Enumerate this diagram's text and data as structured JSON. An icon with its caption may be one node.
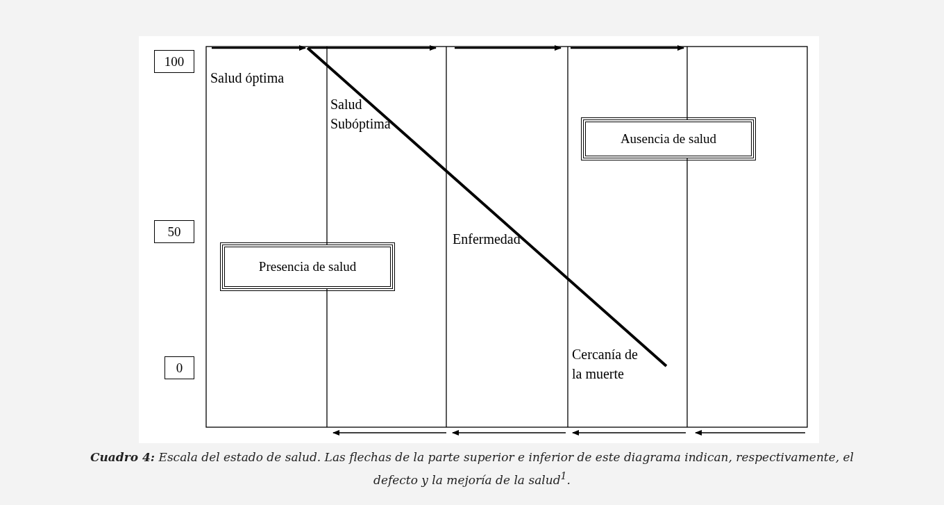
{
  "diagram": {
    "caption": "**Cuadro 4:** Escala del estado de salud. Las flechas de la parte superior e inferior de este diagrama indican, respectivamente, el defecto y la mejoría de la salud$^{1}$.",
    "nodes": [
      {
        "text": [
          "100"
        ]
      },
      {
        "text": [
          "50"
        ]
      },
      {
        "text": [
          "0"
        ]
      },
      {
        "text": [
          "Presencia de salud"
        ]
      },
      {
        "text": [
          "Ausencia de salud"
        ]
      }
    ],
    "labels": [
      "Salud óptima",
      "Salud Subóptima",
      "Enfermedad",
      "Cercanía de la muerte"
    ]
  }
}
